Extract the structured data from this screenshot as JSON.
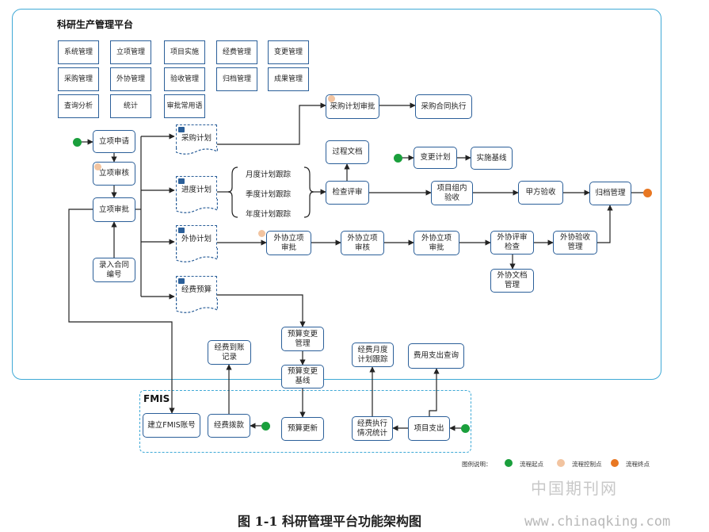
{
  "platform_title": "科研生产管理平台",
  "fmis_title": "FMIS",
  "menu": [
    "系统管理",
    "立项管理",
    "项目实施",
    "经费管理",
    "变更管理",
    "采购管理",
    "外协管理",
    "验收管理",
    "归档管理",
    "成果管理",
    "查询分析",
    "统计",
    "审批常用语"
  ],
  "nodes": {
    "lixiang_shenqing": "立项申请",
    "lixiang_shenhe": "立项审核",
    "lixiang_shenpi": "立项审批",
    "luru_hetong": "录入合同\n编号",
    "caigou_shenpi": "采购计划审批",
    "caigou_hetong": "采购合同执行",
    "guocheng_wendang": "过程文档",
    "biangeng_jihua": "变更计划",
    "shishi_jixian": "实施基线",
    "jiancha_pingshen": "检查评审",
    "xiangmu_yanshou": "项目组内\n验收",
    "jiafang_yanshou": "甲方验收",
    "guidang_guanli": "归档管理",
    "waixie_lixiang": "外协立项\n审批",
    "waixie_shenhe": "外协立项\n审核",
    "waixie_shenpi": "外协立项\n审批",
    "waixie_pingshen": "外协评审\n检查",
    "waixie_yanshou": "外协验收\n管理",
    "waixie_wendang": "外协文档\n管理",
    "yusuan_biangeng_guanli": "预算变更\n管理",
    "yusuan_biangeng_jixian": "预算变更\n基线",
    "yusuan_gengxin": "预算更新",
    "jingfei_daozhang": "经费到账\n记录",
    "jingfei_bokuan": "经费拨款",
    "jianli_fmis": "建立FMIS账号",
    "jingfei_yuedu": "经费月度\n计划跟踪",
    "feiyong_chaxun": "费用支出查询",
    "jingfei_zhixing": "经费执行\n情况统计",
    "xiangmu_zhichu": "项目支出"
  },
  "docs": {
    "caigou_jihua": "采购计划",
    "jindu_jihua": "进度计划",
    "waixie_jihua": "外协计划",
    "jingfei_yusuan": "经费预算"
  },
  "tracking": [
    "月度计划跟踪",
    "季度计划跟踪",
    "年度计划跟踪"
  ],
  "legend": {
    "label": "图例说明：",
    "start": "流程起点",
    "control": "流程控制点",
    "end": "流程终点"
  },
  "colors": {
    "start": "#1a9f3c",
    "control": "#f2c4a0",
    "end": "#e87722",
    "frame": "#3fa9d6",
    "box": "#2b5f99"
  },
  "caption": "图 1-1  科研管理平台功能架构图",
  "watermark_cn": "中国期刊网",
  "watermark_url": "www.chinaqking.com"
}
